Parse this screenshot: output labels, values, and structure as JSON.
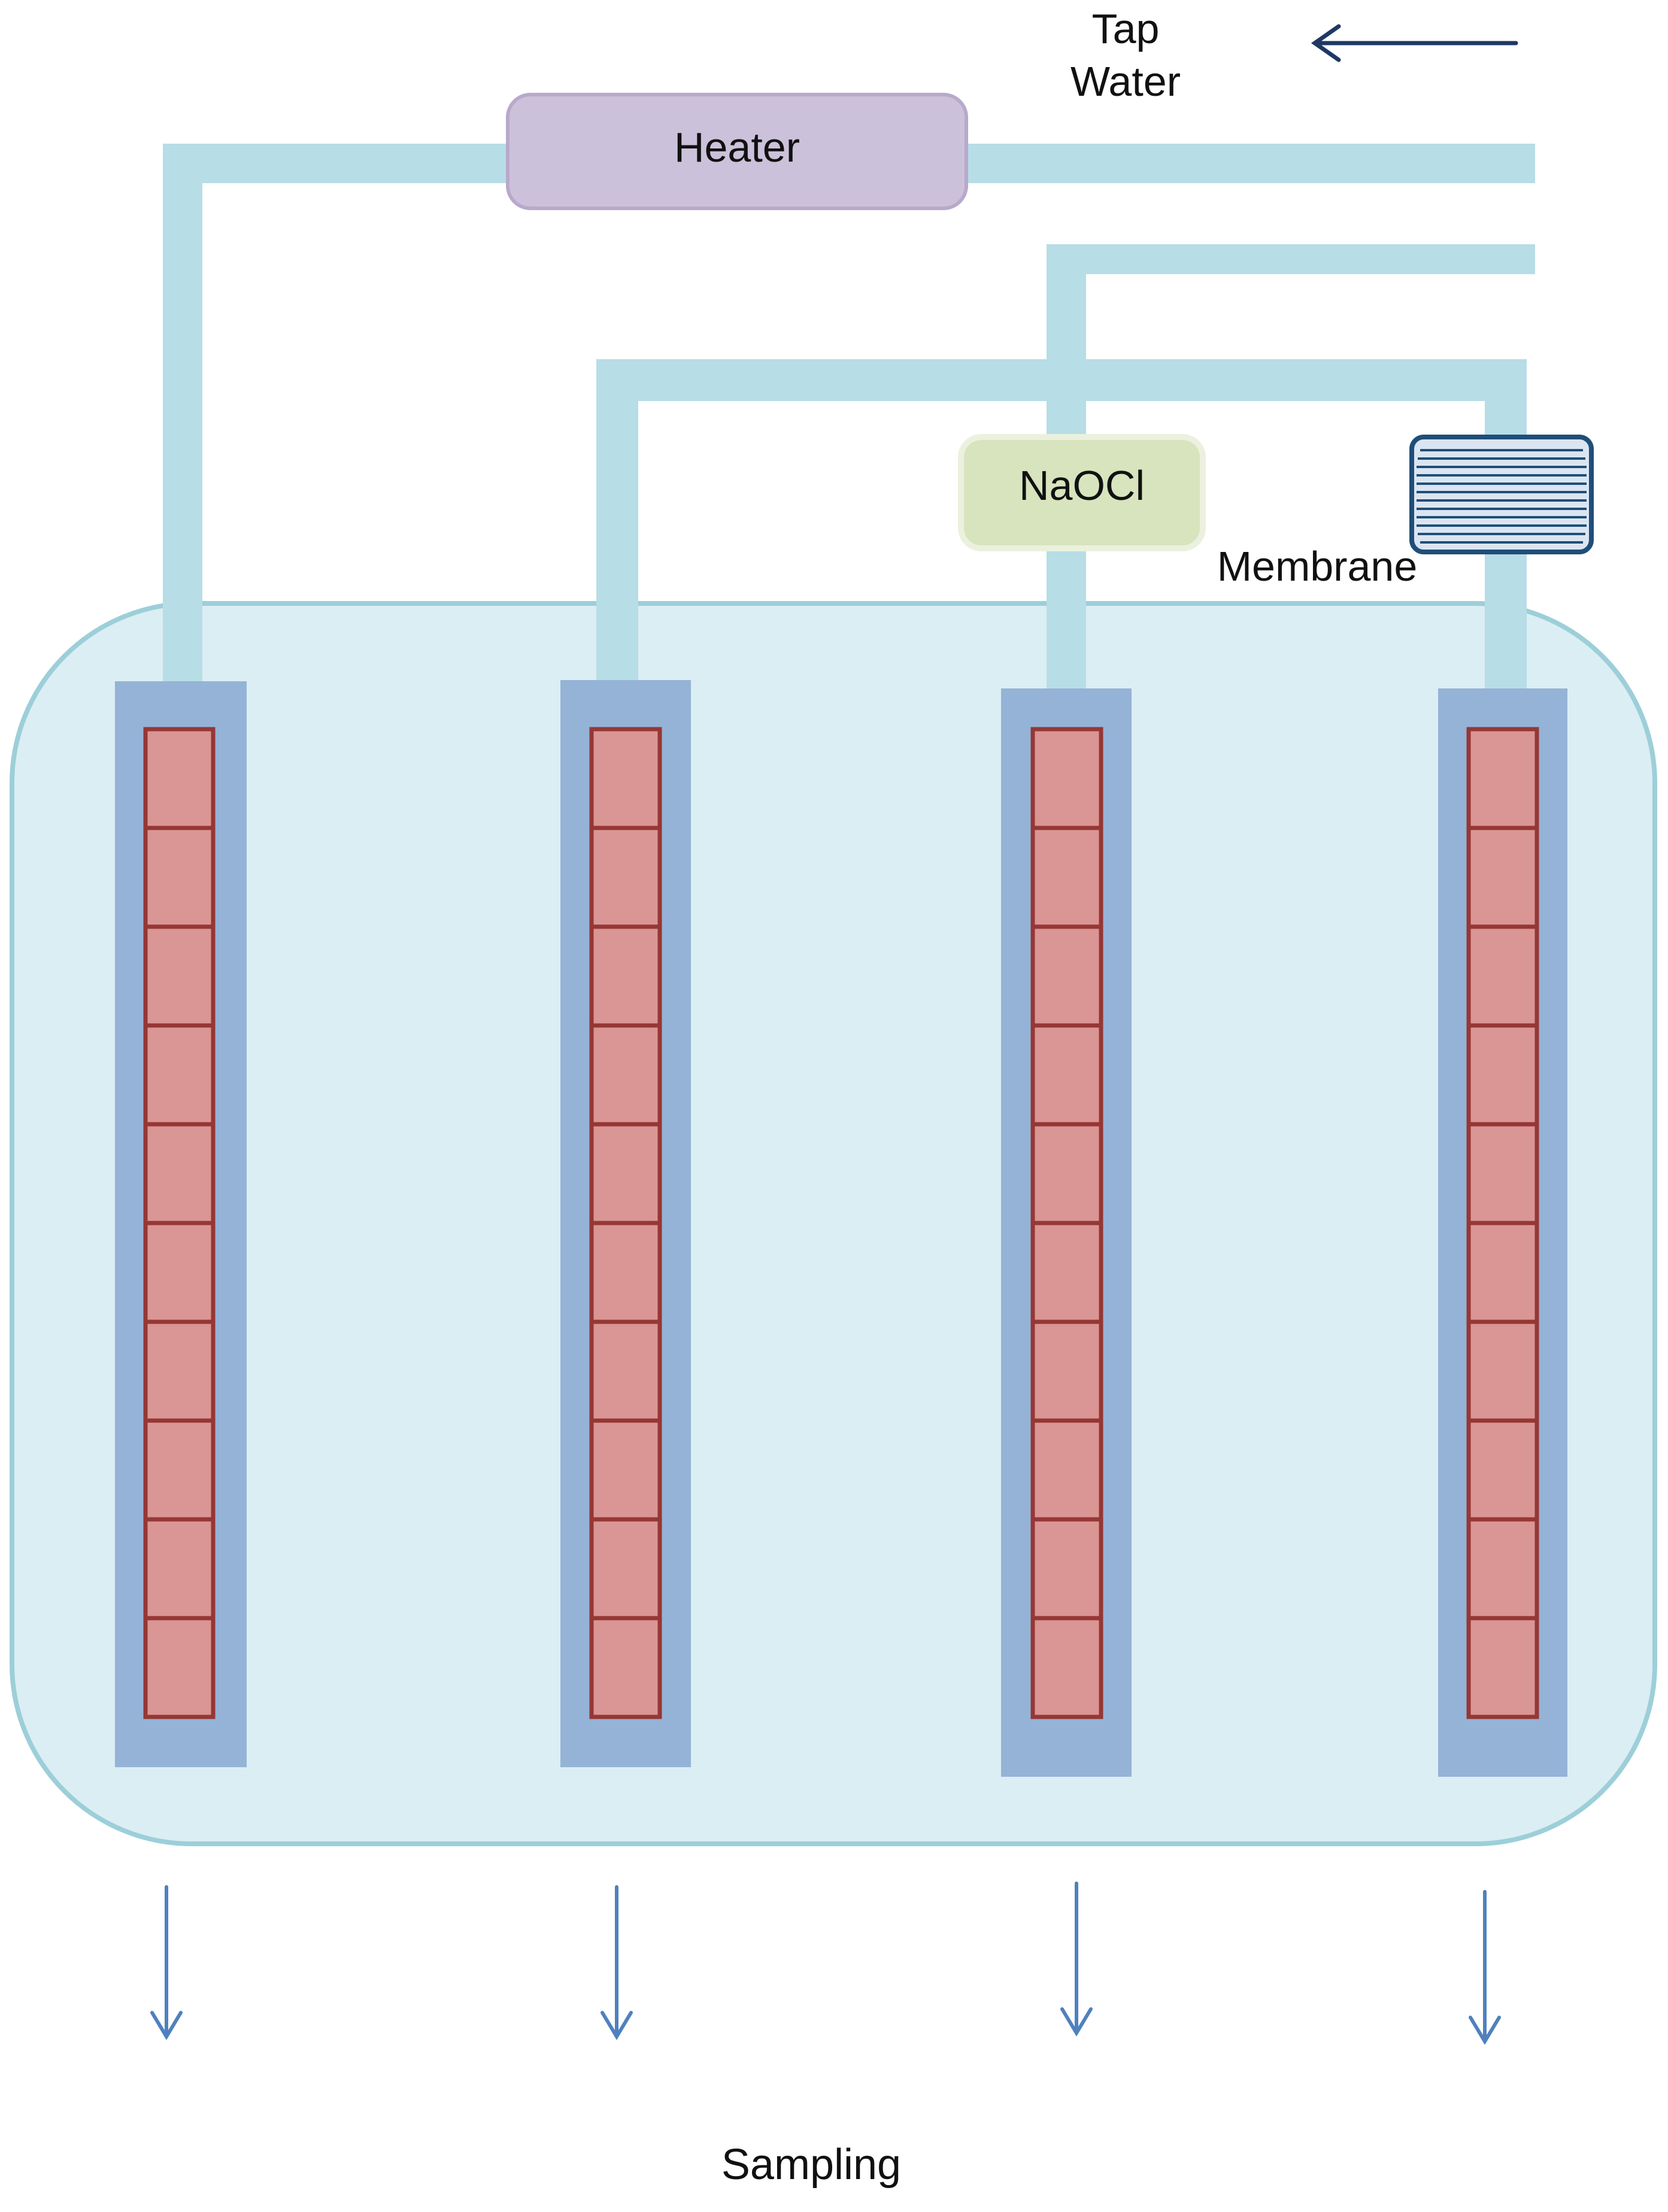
{
  "labels": {
    "tap_water_line1": "Tap",
    "tap_water_line2": "Water",
    "heater": "Heater",
    "naocl": "NaOCl",
    "membrane": "Membrane",
    "sampling": "Sampling"
  },
  "columns": {
    "count": 4,
    "segments_per_column": 10
  },
  "colors": {
    "pipe": "#b7dde6",
    "tank_fill": "#dbeef3",
    "tank_stroke": "#9ccfd9",
    "column_sleeve": "#95b3d7",
    "segment_fill": "#da9694",
    "segment_stroke": "#953735",
    "heater_fill": "#ccc1da",
    "heater_stroke": "#b8a9cc",
    "naocl_fill": "#d7e4bd",
    "naocl_stroke": "#ebf1de",
    "membrane_fill": "#dbe5f1",
    "membrane_stroke": "#1f4e79",
    "arrow_inlet": "#1f3864",
    "arrow_sampling": "#4f81bd"
  },
  "icons": {
    "inlet_arrow": "arrow-left-icon",
    "sampling_arrow": "arrow-down-icon",
    "membrane": "membrane-filter-icon"
  }
}
